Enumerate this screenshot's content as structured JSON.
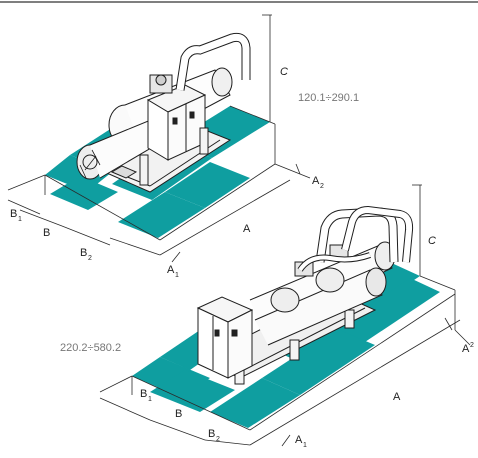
{
  "top_unit": {
    "model_range": "120.1÷290.1",
    "dims": {
      "a": "A",
      "a1": "A",
      "a1_sub": "1",
      "a2": "A",
      "a2_sub": "2",
      "b": "B",
      "b1": "B",
      "b1_sub": "1",
      "b2": "B",
      "b2_sub": "2",
      "c": "C"
    }
  },
  "bottom_unit": {
    "model_range": "220.2÷580.2",
    "dims": {
      "a": "A",
      "a1": "A",
      "a1_sub": "1",
      "a2": "A",
      "a2_sub": "2",
      "b": "B",
      "b1": "B",
      "b1_sub": "1",
      "b2": "B",
      "b2_sub": "2",
      "c": "C"
    }
  },
  "colors": {
    "clearance": "#0f9ea0",
    "line": "#2a2a2a"
  }
}
